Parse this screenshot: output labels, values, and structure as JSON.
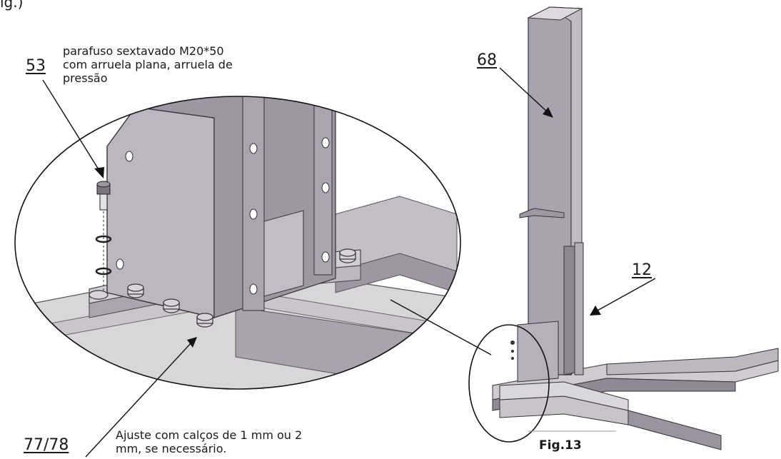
{
  "header": {
    "fig_stub": "ig.)"
  },
  "callouts": {
    "bolt_ref": "53",
    "bolt_note": [
      "parafuso sextavado M20*50",
      "com arruela plana, arruela de",
      "pressão"
    ],
    "column_ref": "68",
    "carriage_ref": "12",
    "shim_ref": "77/78",
    "shim_note": [
      "Ajuste com calços de 1 mm ou 2",
      "mm, se necessário."
    ]
  },
  "caption": "Fig.13",
  "colors": {
    "steel": "#b9b3bd",
    "steel_dark": "#8e8794",
    "line": "#1a1a1a",
    "base": "#d6d3d6"
  }
}
